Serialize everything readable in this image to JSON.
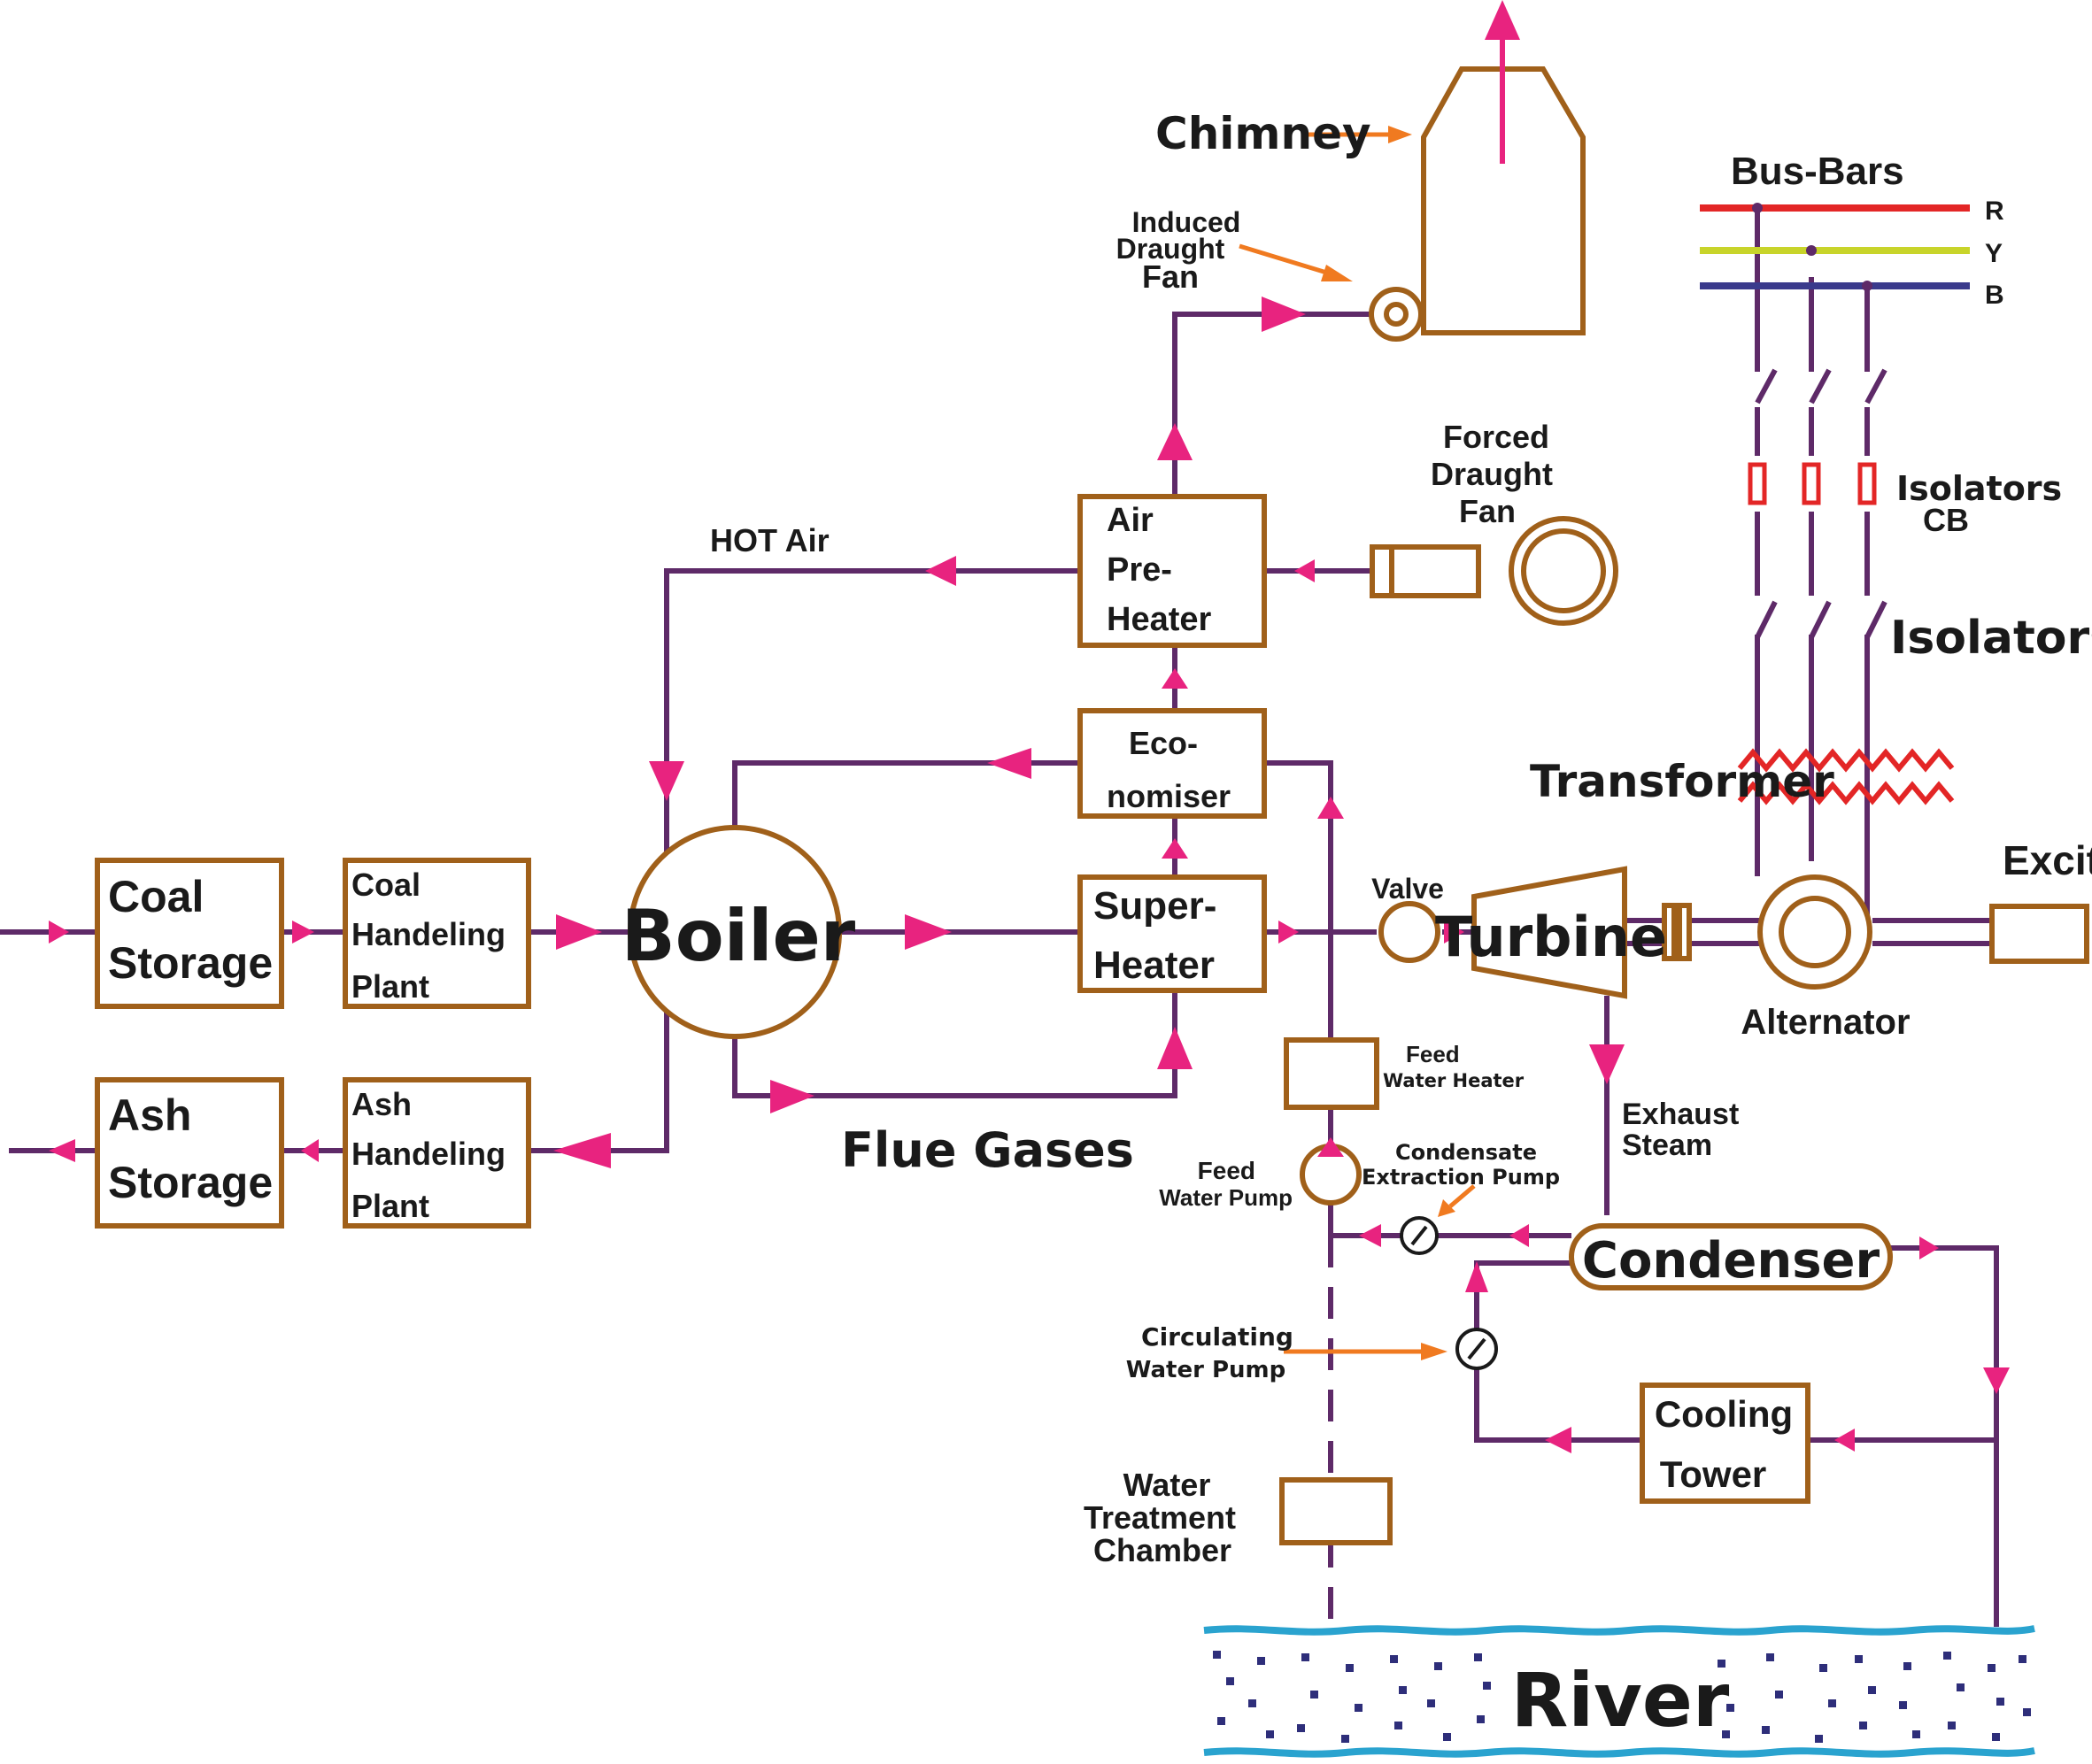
{
  "colors": {
    "equipment_outline": "#a0601a",
    "pipe": "#5e2a68",
    "flow_arrow": "#e8237f",
    "pointer": "#f07a20",
    "bus_r": "#e32626",
    "bus_y": "#c8d42a",
    "bus_b": "#3a3a8c",
    "river_line": "#2aa3cf",
    "river_dots": "#2e2e7a"
  },
  "labels": {
    "coal_storage": [
      "Coal",
      "Storage"
    ],
    "coal_handling_plant": [
      "Coal",
      "Handeling",
      "Plant"
    ],
    "ash_storage": [
      "Ash",
      "Storage"
    ],
    "ash_handling_plant": [
      "Ash",
      "Handeling",
      "Plant"
    ],
    "boiler": "Boiler",
    "air_preheater": [
      "Air",
      "Pre-",
      "Heater"
    ],
    "economiser": [
      "Eco-",
      "nomiser"
    ],
    "superheater": [
      "Super-",
      "Heater"
    ],
    "hot_air": "HOT Air",
    "flue_gases": "Flue Gases",
    "chimney": "Chimney",
    "induced_draught_fan": [
      "Induced",
      "Draught",
      "Fan"
    ],
    "forced_draught_fan": [
      "Forced",
      "Draught",
      "Fan"
    ],
    "valve": "Valve",
    "turbine": "Turbine",
    "alternator": "Alternator",
    "excitor": "Excitor",
    "transformer": "Transformer",
    "bus_bars": "Bus-Bars",
    "phase_r": "R",
    "phase_y": "Y",
    "phase_b": "B",
    "isolators_cb": [
      "Isolators",
      "CB"
    ],
    "isolators": "Isolators",
    "feed_water_heater": [
      "Feed",
      "Water Heater"
    ],
    "feed_water_pump": [
      "Feed",
      "Water Pump"
    ],
    "condensate_extraction_pump": [
      "Condensate",
      "Extraction Pump"
    ],
    "exhaust_steam": [
      "Exhaust",
      "Steam"
    ],
    "condenser": "Condenser",
    "circulating_water_pump": [
      "Circulating",
      "Water Pump"
    ],
    "cooling_tower": [
      "Cooling",
      "Tower"
    ],
    "water_treatment_chamber": [
      "Water",
      "Treatment",
      "Chamber"
    ],
    "river": "River"
  }
}
